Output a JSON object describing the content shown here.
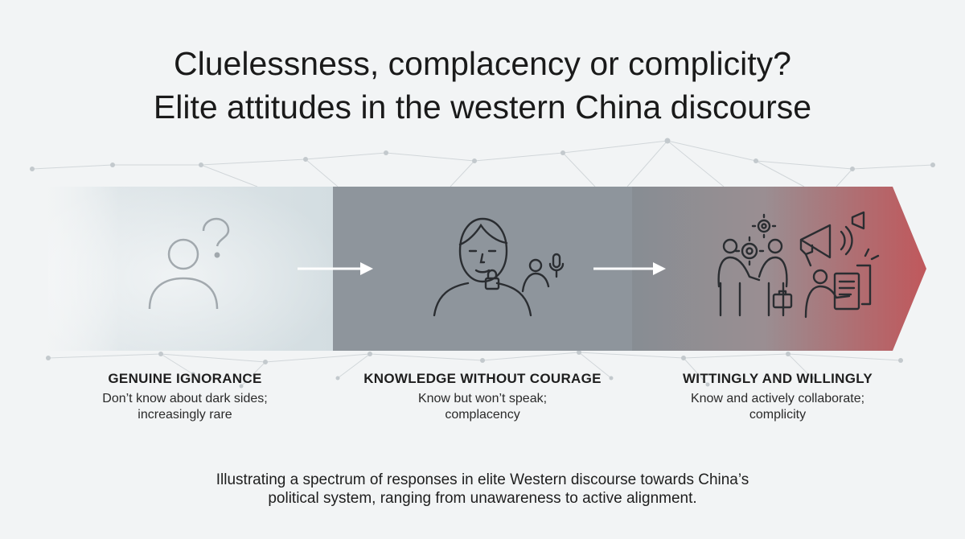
{
  "title": {
    "line1": "Cluelessness, complacency or complicity?",
    "line2": "Elite attitudes in the western China discourse"
  },
  "stages": [
    {
      "heading": "GENUINE IGNORANCE",
      "desc_line1": "Don’t know about dark sides;",
      "desc_line2": "increasingly rare",
      "icon": "questioning-person-icon"
    },
    {
      "heading": "KNOWLEDGE WITHOUT COURAGE",
      "desc_line1": "Know but won’t speak;",
      "desc_line2": "complacency",
      "icon": "silenced-face-lock-icon"
    },
    {
      "heading": "WITTINGLY AND WILLINGLY",
      "desc_line1": "Know and actively collaborate;",
      "desc_line2": "complicity",
      "icon": "handshake-megaphone-icon"
    }
  ],
  "caption": {
    "line1": "Illustrating a spectrum of responses in elite Western discourse towards China’s",
    "line2": "political system, ranging from unawareness to active alignment."
  },
  "colors": {
    "background": "#f2f4f5",
    "panel1": "#dfe6e9",
    "panel2": "#8d949b",
    "panel3_start": "#878d93",
    "panel3_end": "#b85a5e",
    "icon_stroke": "#2a2d31",
    "arrow": "#ffffff"
  }
}
